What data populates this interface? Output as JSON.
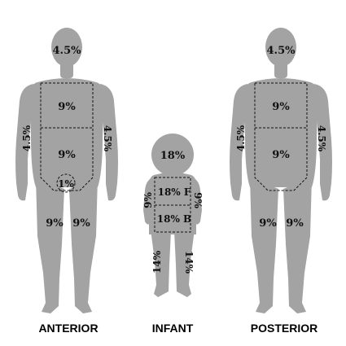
{
  "colors": {
    "body": "#a3a3a3",
    "text": "#111111",
    "dashes": "#111111",
    "background": "#ffffff"
  },
  "anterior": {
    "label": "ANTERIOR",
    "head": "4.5%",
    "chest": "9%",
    "abdomen": "9%",
    "left_arm": "4.5%",
    "right_arm": "4.5%",
    "genitals": "1%",
    "left_leg": "9%",
    "right_leg": "9%"
  },
  "infant": {
    "label": "INFANT",
    "head": "18%",
    "front_trunk": "18% F",
    "back_trunk": "18% B",
    "left_arm": "9%",
    "right_arm": "9%",
    "left_leg": "14%",
    "right_leg": "14%"
  },
  "posterior": {
    "label": "POSTERIOR",
    "head": "4.5%",
    "upper_back": "9%",
    "lower_back": "9%",
    "left_arm": "4.5%",
    "right_arm": "4.5%",
    "left_leg": "9%",
    "right_leg": "9%"
  }
}
